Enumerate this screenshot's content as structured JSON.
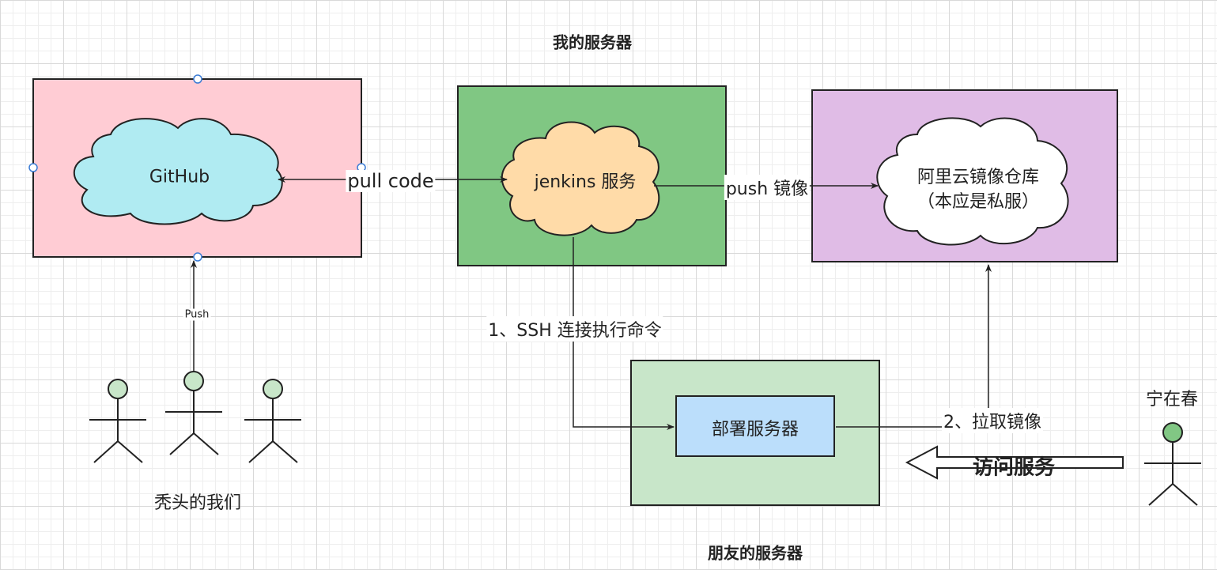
{
  "title_my_server": "我的服务器",
  "title_friend_server": "朋友的服务器",
  "github_label": "GitHub",
  "jenkins_label": "jenkins 服务",
  "registry_label_line1": "阿里云镜像仓库",
  "registry_label_line2": "（本应是私服）",
  "deploy_server_label": "部署服务器",
  "edge_pull_code": "pull code",
  "edge_push_image": "push 镜像",
  "edge_push": "Push",
  "edge_ssh": "1、SSH 连接执行命令",
  "edge_pull_image": "2、拉取镜像",
  "access_service_label": "访问服务",
  "group_us_label": "秃头的我们",
  "user_name": "宁在春",
  "colors": {
    "github_box": "#ffccd4",
    "github_cloud": "#b0ebf2",
    "my_server_box": "#80c783",
    "jenkins_cloud": "#ffdba8",
    "registry_box": "#e0bce6",
    "friend_box": "#c8e6c9",
    "deploy_box": "#bbdefb",
    "actor_head": "#c8e6c9",
    "user_head": "#81c784"
  }
}
